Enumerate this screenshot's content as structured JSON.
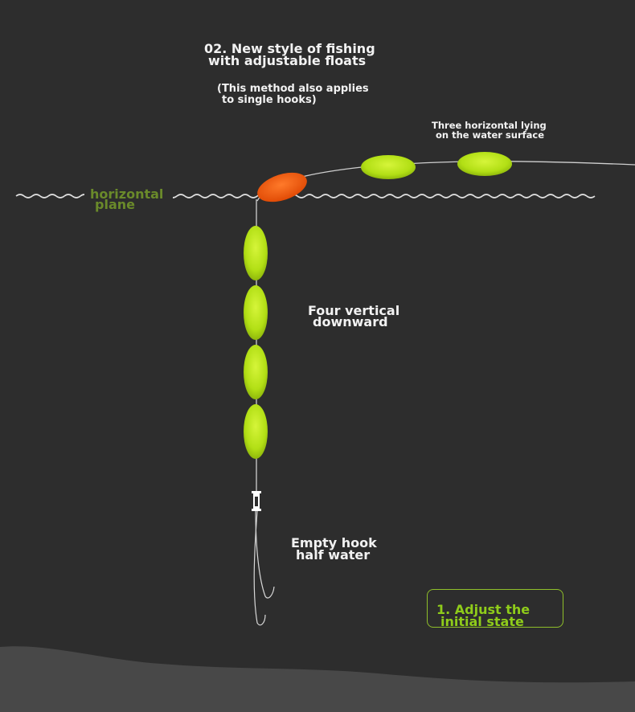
{
  "title": {
    "line1": "02. New style of fishing",
    "line2": "with adjustable floats"
  },
  "note": {
    "line1": "(This method also applies",
    "line2": "to single hooks)"
  },
  "surface_label": {
    "line1": "Three horizontal lying",
    "line2": "on the water surface"
  },
  "plane_label": {
    "line1": "horizontal",
    "line2": "plane"
  },
  "vertical_label": {
    "line1": "Four vertical",
    "line2": "downward"
  },
  "hook_label": {
    "line1": "Empty hook",
    "line2": "half water"
  },
  "step_badge": {
    "line1": "1. Adjust the",
    "line2": "initial state"
  },
  "colors": {
    "background": "#2d2d2d",
    "float_green": "#b8e61a",
    "float_orange": "#f05a10",
    "line": "#cfcfcf",
    "water_wave": "#e0e0e0",
    "ground": "#484848",
    "accent_green": "#8fcc1a"
  }
}
